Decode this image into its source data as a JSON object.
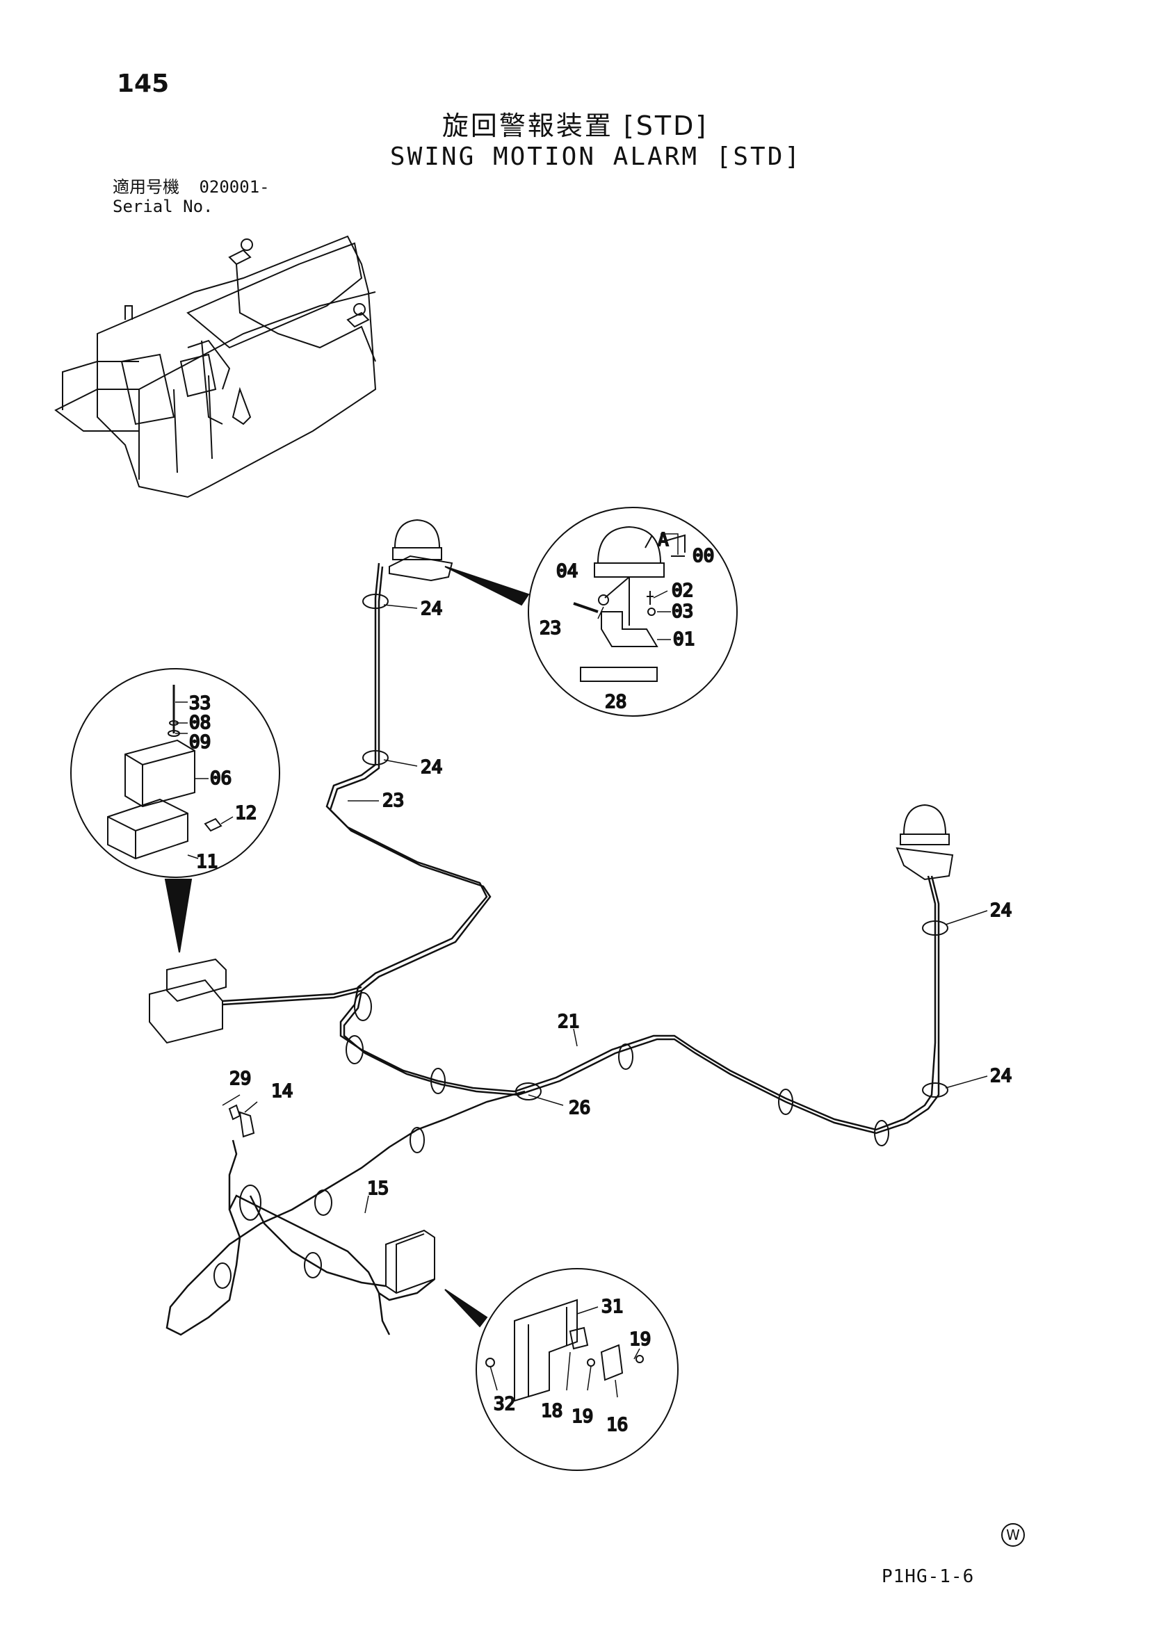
{
  "header": {
    "page_number": "145",
    "title_ja": "旋回警報装置 [STD]",
    "title_en": "SWING MOTION ALARM [STD]",
    "serial_label_ja": "適用号機",
    "serial_value": "020001-",
    "serial_label_en": "Serial No."
  },
  "callouts": {
    "c00": "00",
    "cA": "A",
    "c01": "01",
    "c02": "02",
    "c03": "03",
    "c04": "04",
    "c06": "06",
    "c08": "08",
    "c09": "09",
    "c11": "11",
    "c12": "12",
    "c14": "14",
    "c15": "15",
    "c16": "16",
    "c18": "18",
    "c19a": "19",
    "c19b": "19",
    "c21": "21",
    "c23a": "23",
    "c23b": "23",
    "c24a": "24",
    "c24b": "24",
    "c24c": "24",
    "c24d": "24",
    "c26": "26",
    "c28": "28",
    "c29": "29",
    "c31": "31",
    "c32": "32",
    "c33": "33"
  },
  "footer": {
    "w_mark": "W",
    "ref_code": "P1HG-1-6"
  }
}
